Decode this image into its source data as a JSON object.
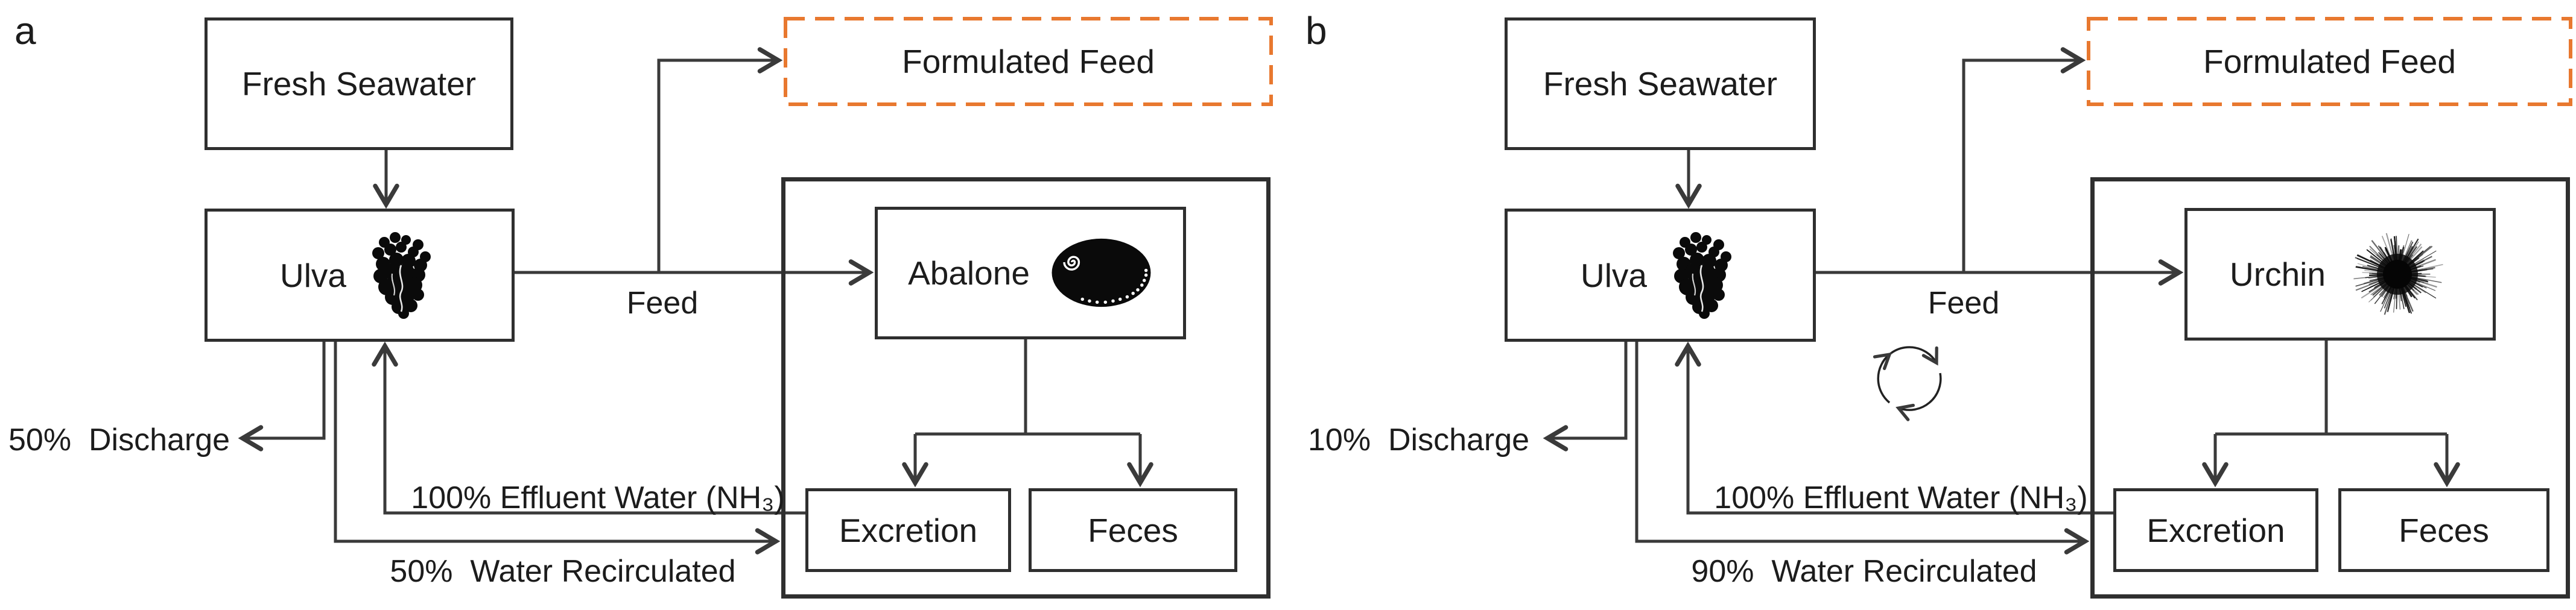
{
  "figure": {
    "colors": {
      "line": "#3a3a3a",
      "box_border": "#2f2f2f",
      "text": "#1c1c1c",
      "formulated_feed_border": "#e8782f",
      "icon_fill": "#0a0a0a"
    },
    "panels": [
      {
        "label": "a",
        "fresh_seawater": "Fresh Seawater",
        "ulva": "Ulva",
        "ulva_icon": "seaweed-icon",
        "species": "Abalone",
        "species_icon": "abalone-shell-icon",
        "formulated_feed": "Formulated Feed",
        "excretion": "Excretion",
        "feces": "Feces",
        "feed": "Feed",
        "discharge": "50%  Discharge",
        "effluent": "100% Effluent Water (NH₃)",
        "recirculated": "50%  Water Recirculated",
        "has_recycle_icon": false
      },
      {
        "label": "b",
        "fresh_seawater": "Fresh Seawater",
        "ulva": "Ulva",
        "ulva_icon": "seaweed-icon",
        "species": "Urchin",
        "species_icon": "sea-urchin-icon",
        "formulated_feed": "Formulated Feed",
        "excretion": "Excretion",
        "feces": "Feces",
        "feed": "Feed",
        "discharge": "10%  Discharge",
        "effluent": "100% Effluent Water (NH₃)",
        "recirculated": "90%  Water Recirculated",
        "has_recycle_icon": true
      }
    ]
  }
}
